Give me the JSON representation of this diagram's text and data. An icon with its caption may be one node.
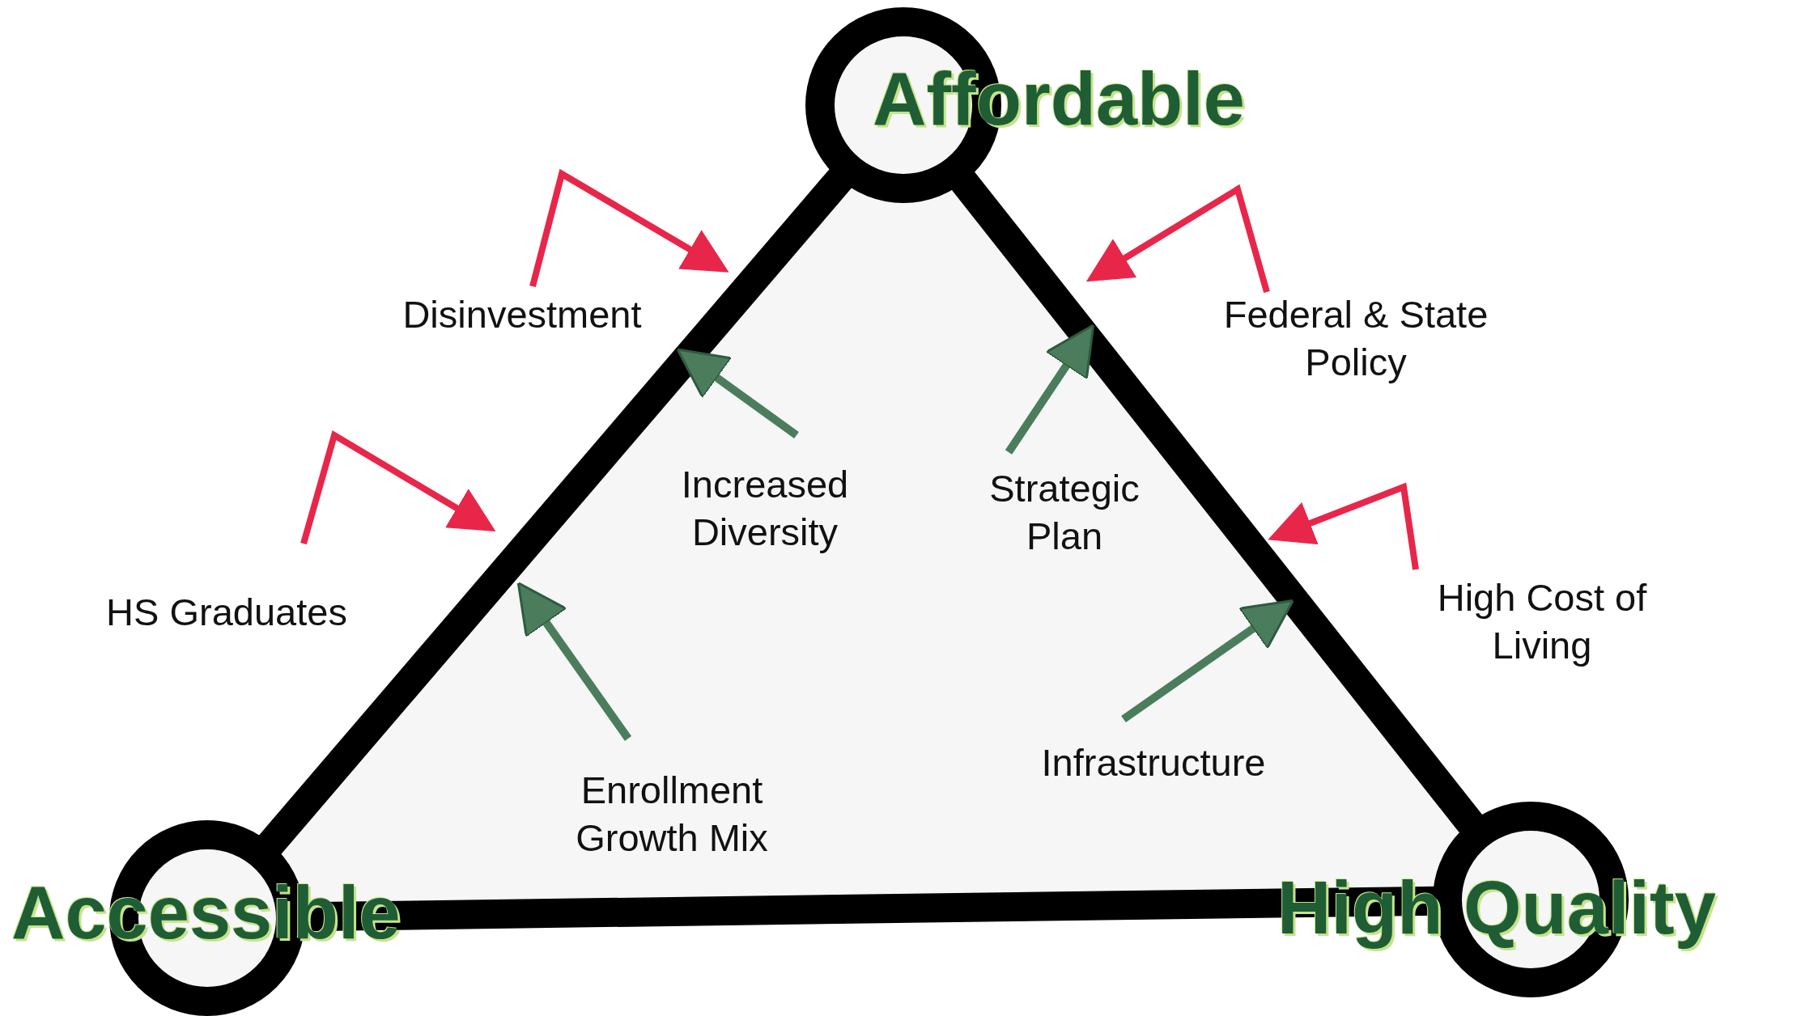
{
  "diagram": {
    "nodes": [
      {
        "text": [
          "Affordable"
        ]
      },
      {
        "text": [
          "Accessible"
        ]
      },
      {
        "text": [
          "High Quality"
        ]
      }
    ],
    "edges": [
      {
        "from": 0,
        "to": 1,
        "arrow": "none"
      },
      {
        "from": 1,
        "to": 2,
        "arrow": "none"
      },
      {
        "from": 2,
        "to": 0,
        "arrow": "none"
      }
    ],
    "labels": [
      "Disinvestment",
      "Federal & State Policy",
      "Increased Diversity",
      "Strategic Plan",
      "HS Graduates",
      "High Cost of Living",
      "Infrastructure",
      "Enrollment Growth Mix"
    ]
  }
}
